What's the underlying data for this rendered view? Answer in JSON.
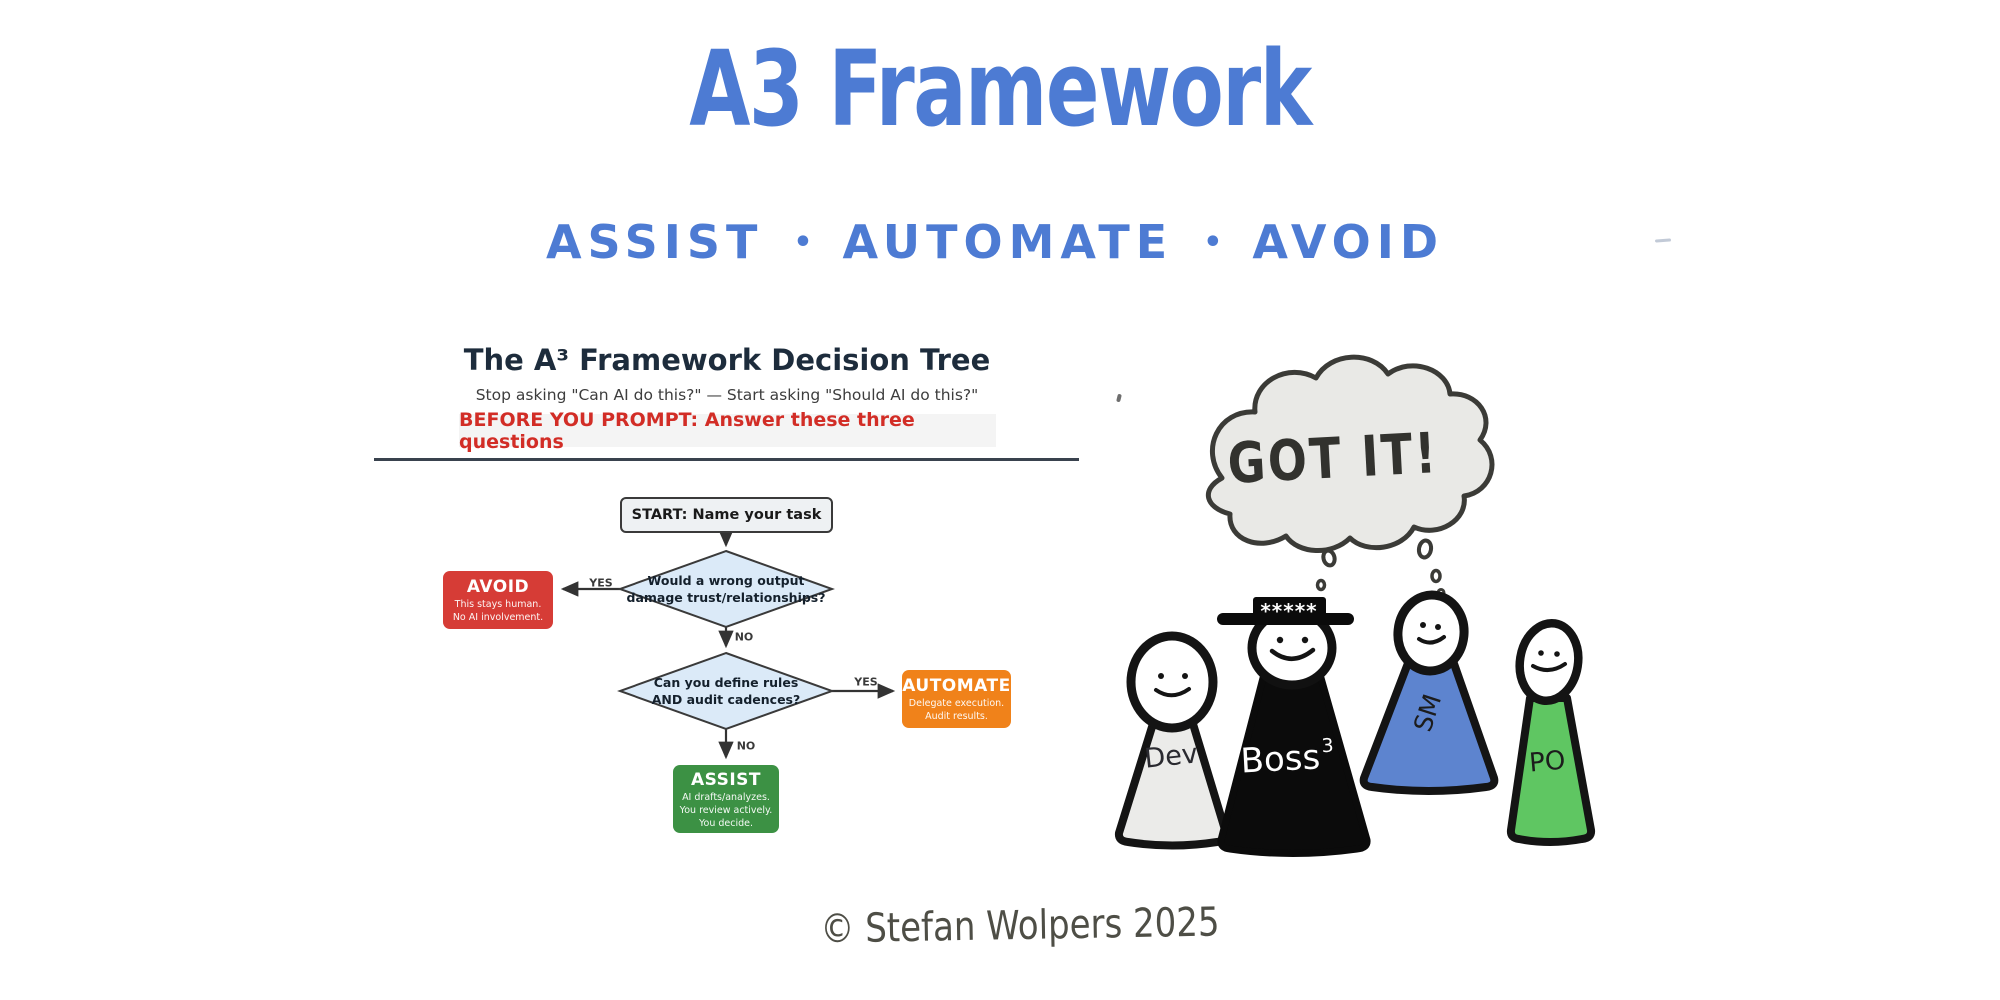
{
  "header": {
    "title": "A3 Framework",
    "subtitle_words": [
      "ASSIST",
      "AUTOMATE",
      "AVOID"
    ],
    "subtitle_separator": "•",
    "accent_color": "#4d7bd3"
  },
  "decision_panel": {
    "heading": "The A³ Framework Decision Tree",
    "subheading": "Stop asking \"Can AI do this?\" — Start asking \"Should AI do this?\"",
    "banner": "BEFORE YOU PROMPT: Answer these three questions",
    "banner_text_color": "#d22d26",
    "flowchart": {
      "start_label": "START: Name your task",
      "start_fill": "#eef1f3",
      "diamond_fill": "#dbeaf8",
      "question1": {
        "line1": "Would a wrong output",
        "line2": "damage trust/relationships?"
      },
      "question2": {
        "line1": "Can you define rules",
        "line2": "AND audit cadences?"
      },
      "labels": {
        "yes1": "YES",
        "no1": "NO",
        "yes2": "YES",
        "no2": "NO"
      },
      "avoid": {
        "title": "AVOID",
        "line1": "This stays human.",
        "line2": "No AI involvement.",
        "color": "#d63c36"
      },
      "automate": {
        "title": "AUTOMATE",
        "line1": "Delegate execution.",
        "line2": "Audit results.",
        "color": "#f0821a"
      },
      "assist": {
        "title": "ASSIST",
        "line1": "AI drafts/analyzes.",
        "line2": "You review actively.",
        "line3": "You decide.",
        "color": "#3c9144"
      }
    }
  },
  "cartoon": {
    "thought_text": "GOT IT!",
    "figures": [
      {
        "label": "Dev",
        "body_color": "#ebebe9"
      },
      {
        "label": "Boss",
        "label_sup": "3",
        "hat_stars": "*****",
        "body_color": "#0b0b0b"
      },
      {
        "label": "SM",
        "body_color": "#5d84cf"
      },
      {
        "label": "PO",
        "body_color": "#5fc662"
      }
    ]
  },
  "footer": {
    "copyright": "© Stefan Wolpers 2025"
  }
}
